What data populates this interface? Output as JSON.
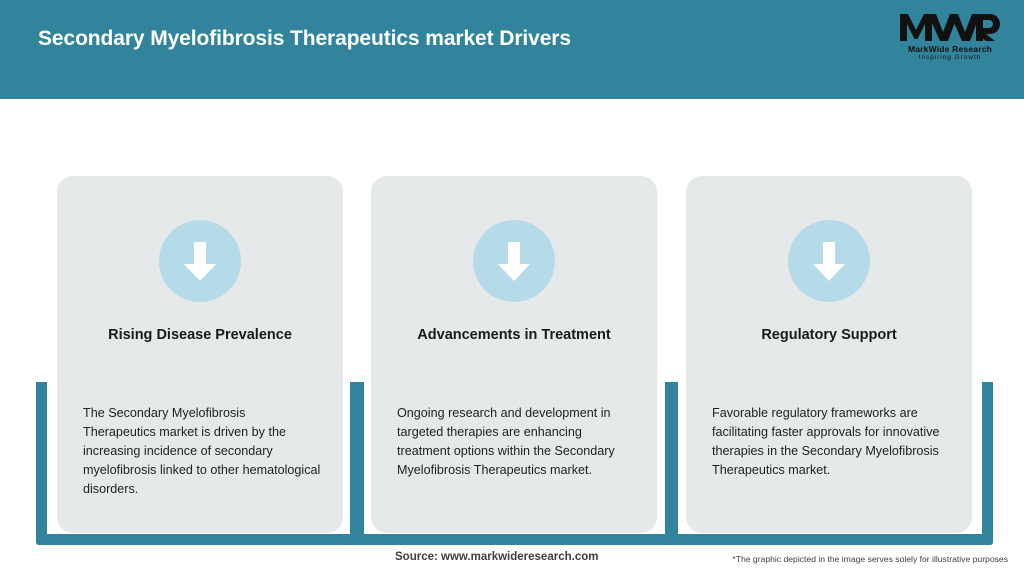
{
  "header": {
    "title": "Secondary Myelofibrosis Therapeutics market Drivers",
    "background_color": "#31849b",
    "title_color": "#ffffff"
  },
  "logo": {
    "mark": "MWR",
    "name": "MarkWide Research",
    "tagline": "Inspiring Growth"
  },
  "theme": {
    "accent": "#31849b",
    "card_background": "#e5e9ea",
    "icon_circle": "#b5dbe9",
    "icon_arrow": "#ffffff",
    "page_background": "#ffffff"
  },
  "cards": [
    {
      "icon": "arrow-down-icon",
      "title": "Rising Disease Prevalence",
      "body": "The Secondary Myelofibrosis Therapeutics market is driven by the increasing incidence of secondary myelofibrosis linked to other hematological disorders."
    },
    {
      "icon": "arrow-down-icon",
      "title": "Advancements in Treatment",
      "body": "Ongoing research and development in targeted therapies are enhancing treatment options within the Secondary Myelofibrosis Therapeutics market."
    },
    {
      "icon": "arrow-down-icon",
      "title": "Regulatory Support",
      "body": "Favorable regulatory frameworks are facilitating faster approvals for innovative therapies in the Secondary Myelofibrosis Therapeutics market."
    }
  ],
  "footer": {
    "source": "Source: www.markwideresearch.com",
    "disclaimer": "*The graphic depicted in the image serves solely for illustrative purposes"
  }
}
